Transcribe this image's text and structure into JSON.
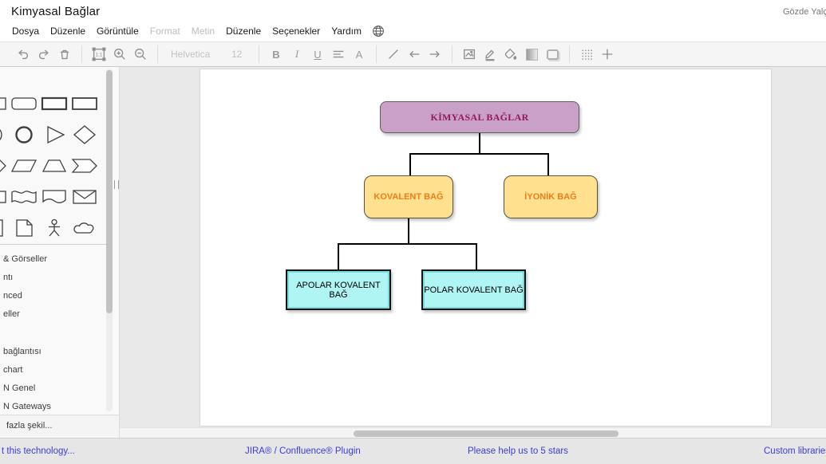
{
  "header": {
    "title": "Kimyasal Bağlar",
    "user": "Gözde Yalçın"
  },
  "menubar": {
    "items": [
      {
        "label": "Dosya",
        "enabled": true
      },
      {
        "label": "Düzenle",
        "enabled": true
      },
      {
        "label": "Görüntüle",
        "enabled": true
      },
      {
        "label": "Format",
        "enabled": false
      },
      {
        "label": "Metin",
        "enabled": false
      },
      {
        "label": "Düzenle",
        "enabled": true
      },
      {
        "label": "Seçenekler",
        "enabled": true
      },
      {
        "label": "Yardım",
        "enabled": true
      }
    ],
    "language_icon": "globe-icon"
  },
  "toolbar": {
    "fit_label": "1:1",
    "font_name": "Helvetica",
    "font_size": "12",
    "bold_label": "B",
    "italic_label": "I",
    "underline_label": "U",
    "font_color_label": "A",
    "icons": [
      "undo-icon",
      "redo-icon",
      "delete-icon",
      "actual-size-icon",
      "zoom-in-icon",
      "zoom-out-icon",
      "bold-icon",
      "italic-icon",
      "underline-icon",
      "align-icon",
      "font-color-icon",
      "line-icon",
      "arrow-left-icon",
      "arrow-right-icon",
      "image-icon",
      "line-color-icon",
      "fill-color-icon",
      "gradient-icon",
      "shadow-icon",
      "grid-icon",
      "guides-icon"
    ]
  },
  "sidebar": {
    "shapes": [
      [
        "rectangle",
        "rounded-rectangle",
        "rectangle-bold",
        "process"
      ],
      [
        "ellipse",
        "circle",
        "triangle",
        "diamond"
      ],
      [
        "step",
        "parallelogram",
        "trapezoid",
        "chevron"
      ],
      [
        "card",
        "tape",
        "callout",
        "envelope"
      ],
      [
        "note",
        "document",
        "actor",
        "cloud"
      ]
    ],
    "sections": [
      "& Görseller",
      "ntı",
      "nced",
      "eller",
      "bağlantısı",
      "chart",
      "N Genel",
      "N Gateways"
    ],
    "more_shapes_label": "fazla şekil..."
  },
  "diagram": {
    "nodes": [
      {
        "label": "KİMYASAL BAĞLAR",
        "fill": "#C9A1C7",
        "border": "#5E5E5E",
        "text_color": "#97175A"
      },
      {
        "label": "KOVALENT BAĞ",
        "fill": "#FFE18F",
        "border": "#55543F",
        "text_color": "#EF7D1A"
      },
      {
        "label": "İYONİK BAĞ",
        "fill": "#FFE18F",
        "border": "#55543F",
        "text_color": "#EF7D1A"
      },
      {
        "label": "APOLAR KOVALENT BAĞ",
        "fill": "#AFF5F3",
        "border": "#111111",
        "text_color": "#000000"
      },
      {
        "label": "POLAR KOVALENT BAĞ",
        "fill": "#AFF5F3",
        "border": "#111111",
        "text_color": "#000000"
      }
    ]
  },
  "statusbar": {
    "links": [
      "t this technology...",
      "JIRA® / Confluence® Plugin",
      "Please help us to 5 stars",
      "Custom libraries"
    ],
    "link_color": "#3B3BD6"
  }
}
